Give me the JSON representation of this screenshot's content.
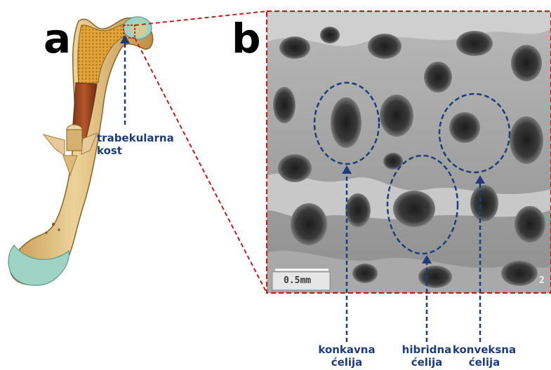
{
  "panels": {
    "a_label": "a",
    "b_label": "b"
  },
  "labels": {
    "trabecular": {
      "line1": "trabekularna",
      "line2": "kost"
    },
    "concave": {
      "line1": "konkavna",
      "line2": "ćelija"
    },
    "hybrid": {
      "line1": "hibridna",
      "line2": "ćelija"
    },
    "convex": {
      "line1": "konveksna",
      "line2": "ćelija"
    }
  },
  "micrograph": {
    "scale_bar": "0.5mm",
    "figure_number": "2"
  },
  "colors": {
    "label_blue": "#1f3c7a",
    "zoom_red": "#c0201c",
    "bone_shaft": "#d9b878",
    "cartilage": "#9fd3c4"
  }
}
